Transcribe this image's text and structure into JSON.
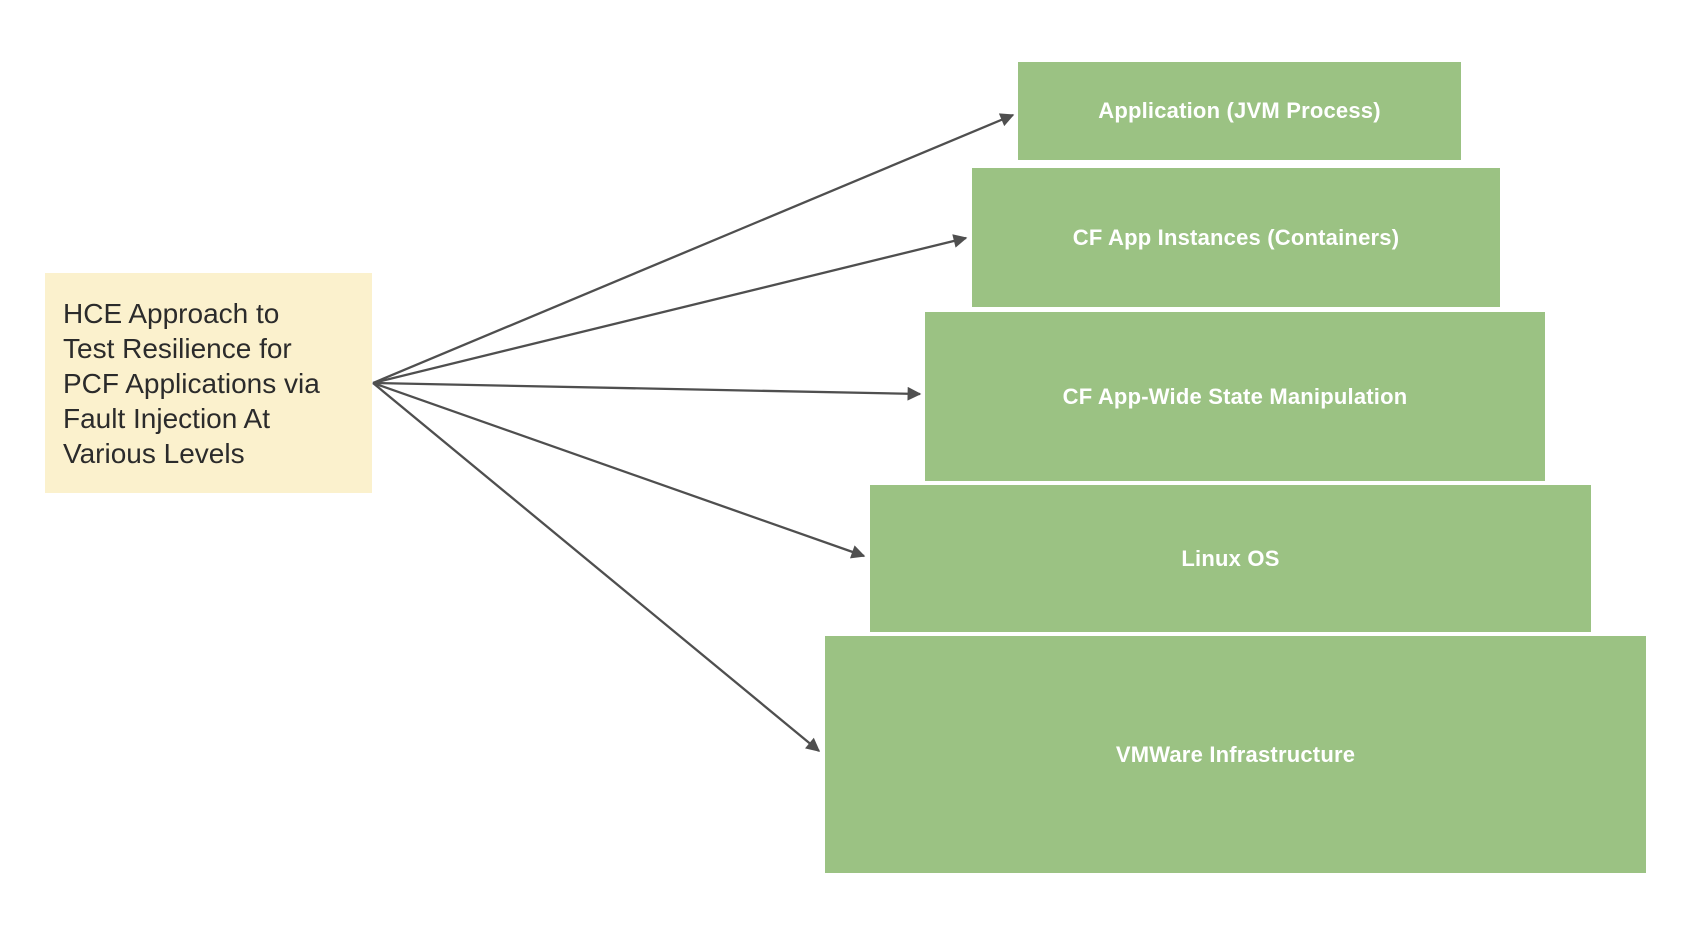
{
  "diagram": {
    "source_note": {
      "lines": [
        "HCE Approach to",
        "Test Resilience for",
        "PCF Applications via",
        "Fault Injection At",
        "Various Levels"
      ]
    },
    "levels": [
      {
        "label": "Application (JVM Process)"
      },
      {
        "label": "CF App Instances (Containers)"
      },
      {
        "label": "CF App-Wide State Manipulation"
      },
      {
        "label": "Linux OS"
      },
      {
        "label": "VMWare Infrastructure"
      }
    ],
    "colors": {
      "background": "#FFFFFF",
      "level_box_fill": "#9BC283",
      "level_box_text": "#FFFFFF",
      "source_note_fill": "#FBF1CD",
      "source_note_text": "#2B2B2B",
      "arrow": "#4F4F4F"
    }
  }
}
